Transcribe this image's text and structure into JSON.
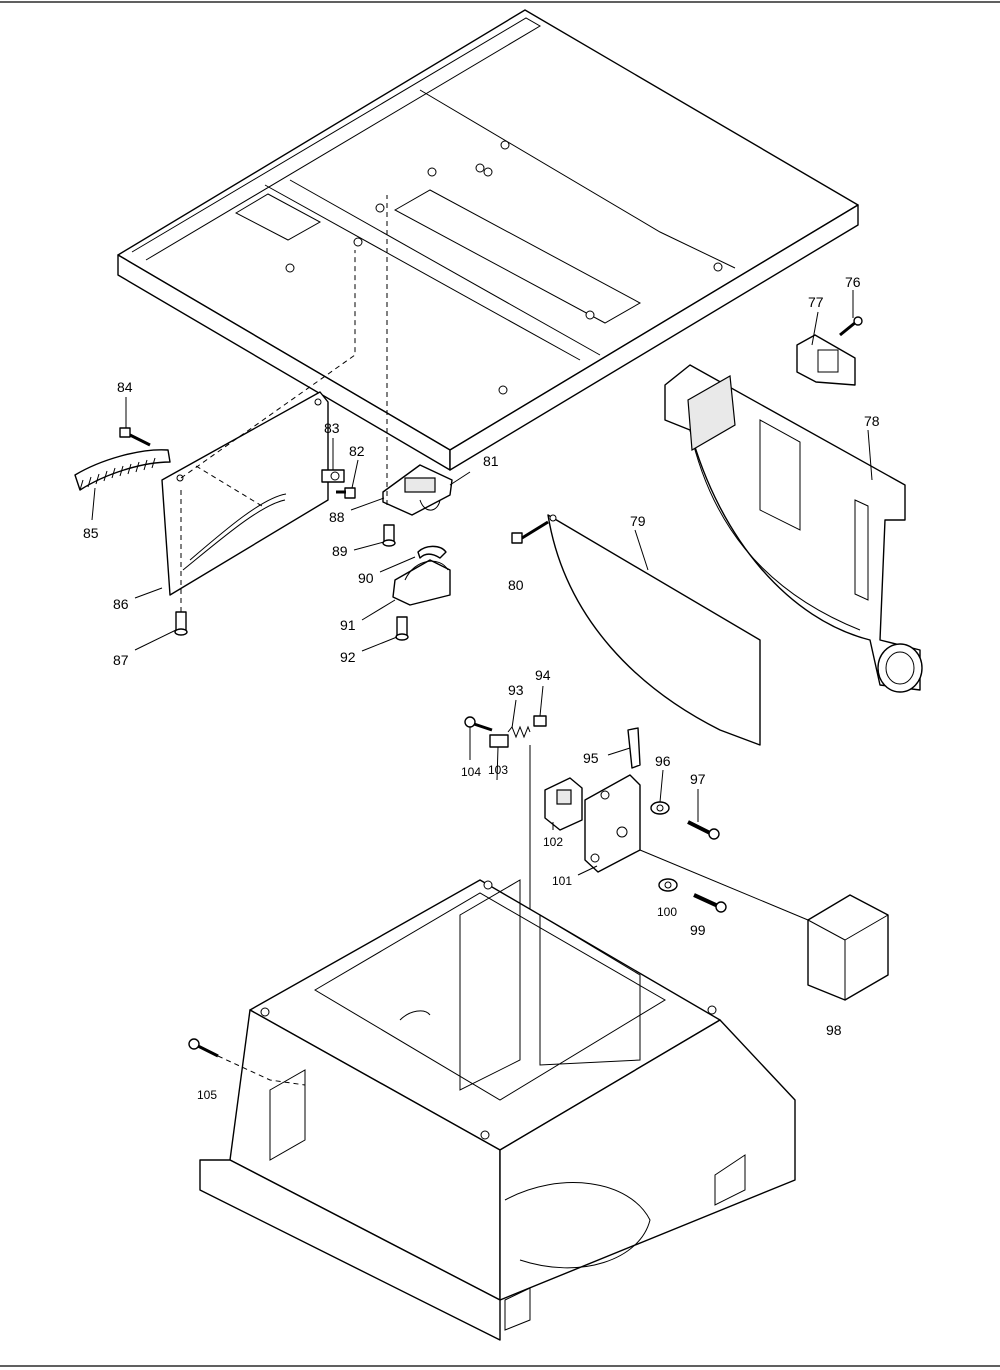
{
  "callouts": {
    "c76": "76",
    "c77": "77",
    "c78": "78",
    "c79": "79",
    "c80": "80",
    "c81": "81",
    "c82": "82",
    "c83": "83",
    "c84": "84",
    "c85": "85",
    "c86": "86",
    "c87": "87",
    "c88": "88",
    "c89": "89",
    "c90": "90",
    "c91": "91",
    "c92": "92",
    "c93": "93",
    "c94": "94",
    "c95": "95",
    "c96": "96",
    "c97": "97",
    "c98": "98",
    "c99": "99",
    "c100": "100",
    "c101": "101",
    "c102": "102",
    "c103": "103",
    "c104": "104",
    "c105": "105"
  }
}
